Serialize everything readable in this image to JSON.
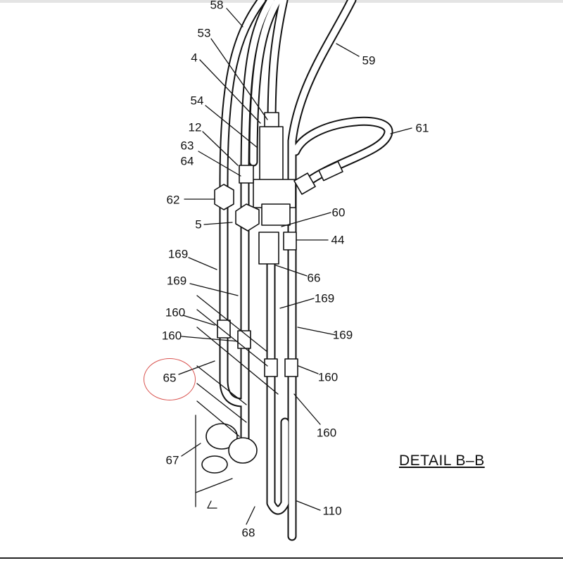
{
  "title": "DETAIL B–B",
  "highlight_color": "#d9534f",
  "labels": {
    "l58": "58",
    "l53": "53",
    "l4": "4",
    "l54": "54",
    "l12": "12",
    "l63": "63",
    "l64": "64",
    "l62": "62",
    "l5": "5",
    "l60": "60",
    "l44": "44",
    "l61": "61",
    "l59": "59",
    "l169a": "169",
    "l169b": "169",
    "l160a": "160",
    "l160b": "160",
    "l65": "65",
    "l67": "67",
    "l68": "68",
    "l110": "110",
    "l160c": "160",
    "l160d": "160",
    "l169c": "169",
    "l169d": "169",
    "l66": "66"
  }
}
